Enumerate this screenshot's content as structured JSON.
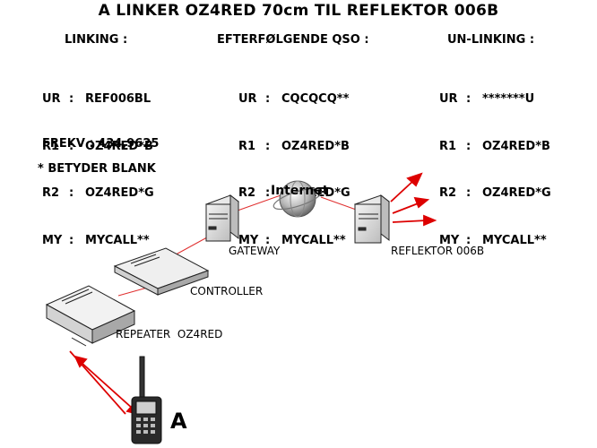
{
  "title": "A LINKER OZ4RED 70cm TIL REFLEKTOR 006B",
  "columns": [
    {
      "header": "LINKING :",
      "rows": [
        {
          "key": "UR",
          "value": "REF006BL"
        },
        {
          "key": "R1",
          "value": "OZ4RED*B"
        },
        {
          "key": "R2",
          "value": "OZ4RED*G"
        },
        {
          "key": "MY",
          "value": "MYCALL**"
        }
      ]
    },
    {
      "header": "EFTERFØLGENDE QSO :",
      "rows": [
        {
          "key": "UR",
          "value": "CQCQCQ**"
        },
        {
          "key": "R1",
          "value": "OZ4RED*B"
        },
        {
          "key": "R2",
          "value": "OZ4RED*G"
        },
        {
          "key": "MY",
          "value": "MYCALL**"
        }
      ]
    },
    {
      "header": "UN-LINKING :",
      "rows": [
        {
          "key": "UR",
          "value": "*******U"
        },
        {
          "key": "R1",
          "value": "OZ4RED*B"
        },
        {
          "key": "R2",
          "value": "OZ4RED*G"
        },
        {
          "key": "MY",
          "value": "MYCALL**"
        }
      ]
    }
  ],
  "frequency": "FREKV : 434,9625",
  "note": "* BETYDER BLANK",
  "diagram": {
    "internet": "Internet",
    "gateway": "GATEWAY",
    "reflector": "REFLEKTOR 006B",
    "controller": "CONTROLLER",
    "repeater": "REPEATER  OZ4RED",
    "handheld": "A"
  },
  "colors": {
    "link": "#e03030",
    "arrow": "#dd0000"
  }
}
